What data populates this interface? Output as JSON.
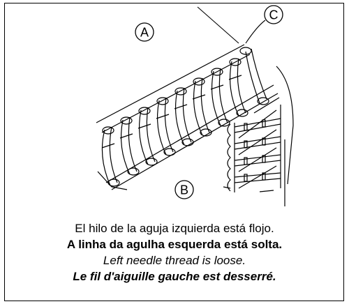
{
  "callouts": {
    "a": "A",
    "b": "B",
    "c": "C"
  },
  "caption": {
    "spanish": "El hilo de la aguja izquierda está flojo.",
    "portuguese": "A linha da agulha esquerda está solta.",
    "english": "Left needle thread is loose.",
    "french": "Le fil d'aiguille gauche est desserré."
  }
}
